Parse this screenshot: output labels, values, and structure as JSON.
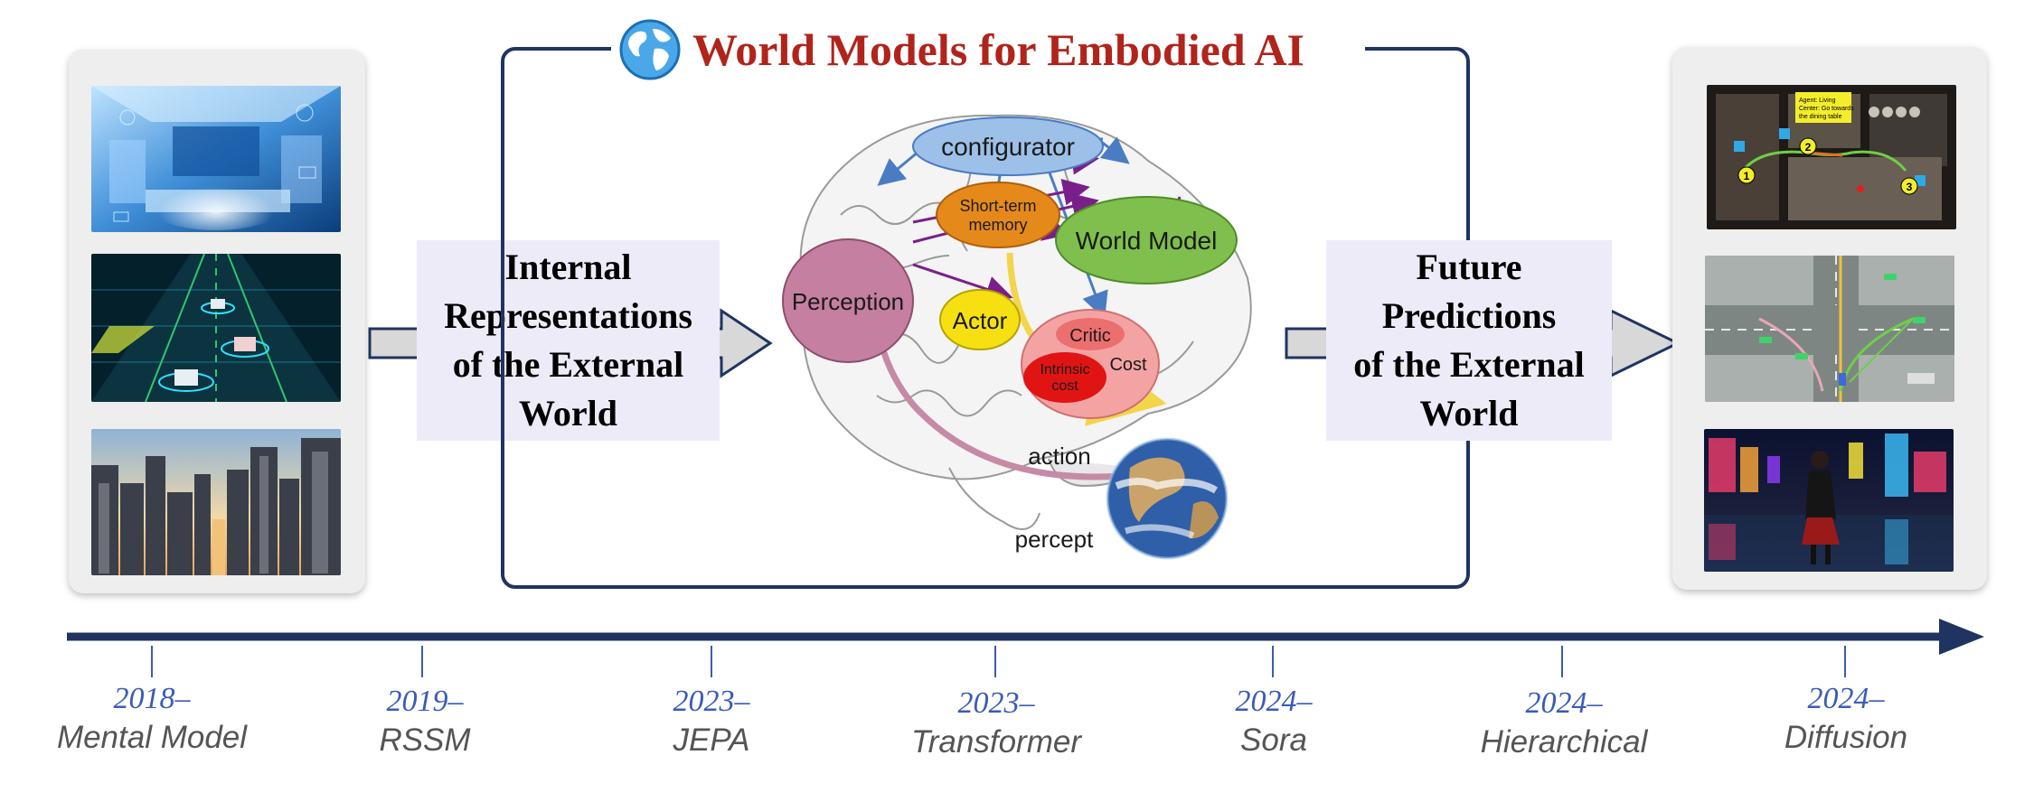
{
  "title": "World Models for Embodied AI",
  "left_box": [
    "Internal",
    "Representations",
    "of the External",
    "World"
  ],
  "right_box": [
    "Future",
    "Predictions",
    "of the External",
    "World"
  ],
  "brain_diagram": {
    "configurator": "configurator",
    "short_term_memory": [
      "Short-term",
      "memory"
    ],
    "world_model": "World Model",
    "perception": "Perception",
    "actor": "Actor",
    "critic": "Critic",
    "cost": "Cost",
    "intrinsic_cost": [
      "Intrinsic",
      "cost"
    ],
    "action": "action",
    "percept": "percept"
  },
  "right_images": {
    "floorplan_note": [
      "Agent: Living",
      "Center: Go towards",
      "the dining table"
    ],
    "markers": [
      "1",
      "2",
      "3"
    ]
  },
  "timeline": [
    {
      "year": "2018–",
      "name": "Mental Model"
    },
    {
      "year": "2019–",
      "name": "RSSM"
    },
    {
      "year": "2023–",
      "name": "JEPA"
    },
    {
      "year": "2023–",
      "name": "Transformer"
    },
    {
      "year": "2024–",
      "name": "Sora"
    },
    {
      "year": "2024–",
      "name": "Hierarchical"
    },
    {
      "year": "2024–",
      "name": "Diffusion"
    }
  ],
  "colors": {
    "navy": "#1f3460",
    "title_red": "#b0241c",
    "year_blue": "#3a5bb8",
    "box_lavender": "#eeebf8"
  }
}
